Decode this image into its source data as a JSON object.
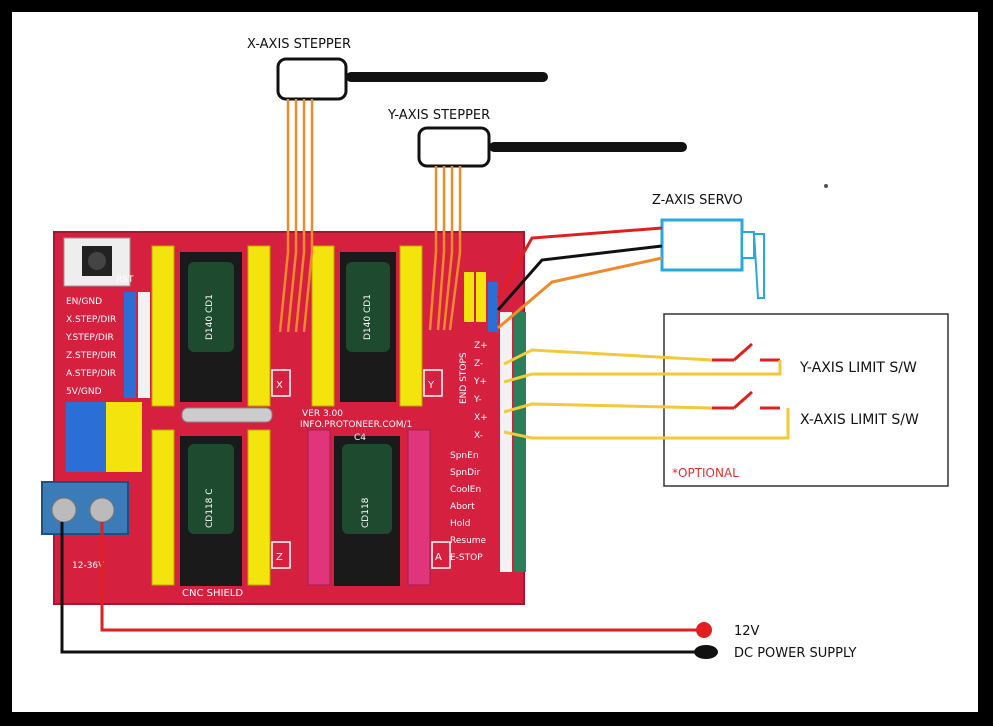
{
  "labels": {
    "x_stepper": "X-AXIS STEPPER",
    "y_stepper": "Y-AXIS STEPPER",
    "z_servo": "Z-AXIS SERVO",
    "y_limit": "Y-AXIS LIMIT S/W",
    "x_limit": "X-AXIS LIMIT S/W",
    "optional": "*OPTIONAL",
    "v12": "12V",
    "dc_supply": "DC POWER SUPPLY"
  },
  "board": {
    "name": "CNC SHIELD",
    "version": "VER 3.00",
    "url": "INFO.PROTONEER.COM/1",
    "rst": "RST",
    "axis_x": "X",
    "axis_y": "Y",
    "axis_z": "Z",
    "axis_a": "A",
    "voltage": "12-36V",
    "end_stops": "END STOPS",
    "left_pins": [
      "EN/GND",
      "X.STEP/DIR",
      "Y.STEP/DIR",
      "Z.STEP/DIR",
      "A.STEP/DIR",
      "5V/GND"
    ],
    "endstop_pins": [
      "Z+",
      "Z-",
      "Y+",
      "Y-",
      "X+",
      "X-"
    ],
    "control_pins": [
      "SpnEn",
      "SpnDir",
      "CoolEn",
      "Abort",
      "Hold",
      "Resume",
      "E-STOP"
    ],
    "caps": [
      "D140 CD1",
      "D140 CD1",
      "CD118 C",
      "CD118"
    ],
    "cap_labels": [
      "C4"
    ]
  },
  "colors": {
    "pcb": "#d6203f",
    "stepper_wire": "#f08a2a",
    "limit_wire": "#f3c83a",
    "servo_box": "#29a8e0",
    "red_wire": "#e02020",
    "black_wire": "#111111",
    "header_yellow": "#f2e40c",
    "header_pink": "#e0357a"
  }
}
